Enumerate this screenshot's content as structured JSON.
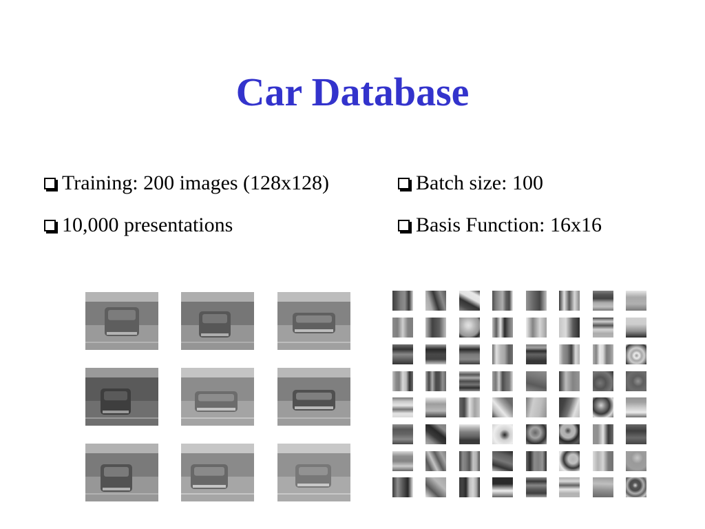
{
  "slide": {
    "title": "Car Database",
    "bullets": [
      "Training: 200 images (128x128)",
      "10,000 presentations",
      "Batch size: 100",
      "Basis Function: 16x16"
    ]
  },
  "colors": {
    "title": "#3333cc",
    "text": "#000000",
    "background": "#ffffff"
  },
  "photos": {
    "count": 9,
    "description_free": true
  },
  "basis_functions": {
    "rows": 8,
    "cols": 8
  }
}
